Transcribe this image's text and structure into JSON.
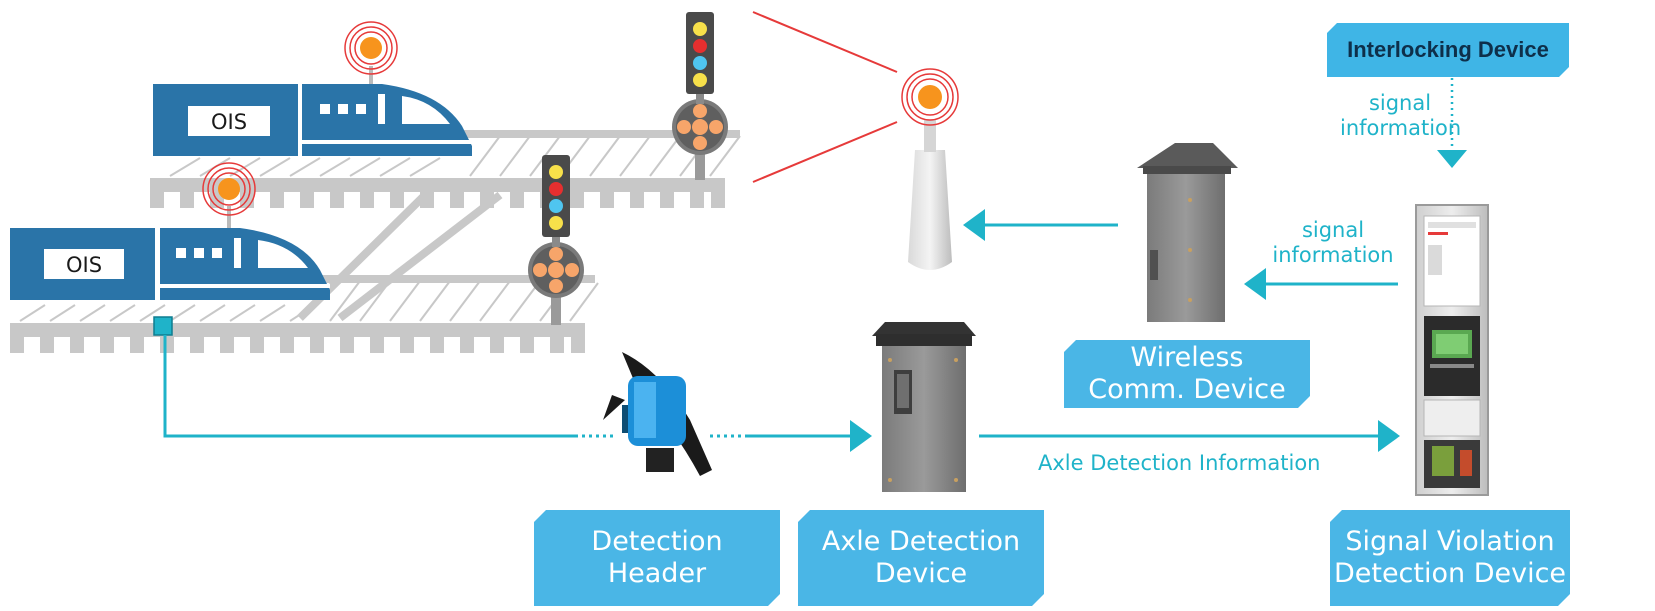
{
  "labels": {
    "interlocking": "Interlocking Device",
    "signal_info_top_1": "signal",
    "signal_info_top_2": "information",
    "signal_info_mid_1": "signal",
    "signal_info_mid_2": "information",
    "wireless_1": "Wireless",
    "wireless_2": "Comm. Device",
    "axle_info": "Axle Detection Information",
    "detection_header_1": "Detection",
    "detection_header_2": "Header",
    "axle_device_1": "Axle Detection",
    "axle_device_2": "Device",
    "signal_violation_1": "Signal Violation",
    "signal_violation_2": "Detection Device",
    "ois_upper": "OIS",
    "ois_lower": "OIS"
  },
  "colors": {
    "cyan": "#1fb3c9",
    "label_blue": "#4ab6e6",
    "train_blue": "#2a74a8",
    "signal_orange": "#f7941d",
    "signal_red": "#e63a3a",
    "rail_gray": "#c8c8c8"
  }
}
